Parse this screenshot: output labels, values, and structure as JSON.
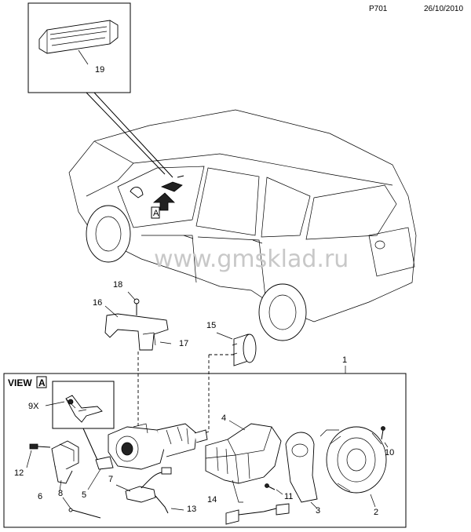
{
  "header": {
    "code": "P701",
    "date": "26/10/2010"
  },
  "watermark": "www.gmsklad.ru",
  "view": {
    "label": "VIEW",
    "letter": "A"
  },
  "arrow_marker": "A",
  "callouts": {
    "c19": "19",
    "c18": "18",
    "c16": "16",
    "c17": "17",
    "c15": "15",
    "c1": "1",
    "c9x": "9X",
    "c4": "4",
    "c10": "10",
    "c12": "12",
    "c7": "7",
    "c6": "6",
    "c5": "5",
    "c8": "8",
    "c13": "13",
    "c14": "14",
    "c11": "11",
    "c3": "3",
    "c2": "2"
  }
}
